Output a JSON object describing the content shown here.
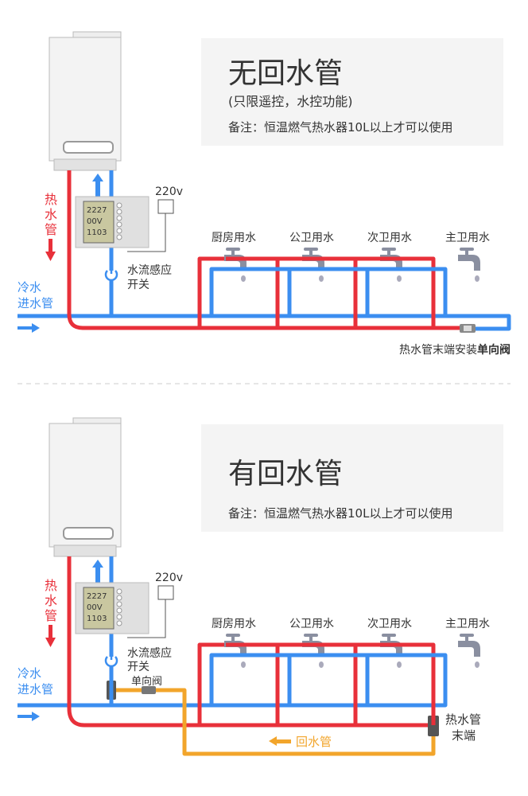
{
  "colors": {
    "hot": "#e8303a",
    "cold": "#3b8ef0",
    "return": "#f2a52b",
    "text": "#333333",
    "box": "#f4f4f4"
  },
  "top": {
    "title": "无回水管",
    "subtitle": "(只限遥控，水控功能)",
    "note": "备注：恒温燃气热水器10L以上才可以使用",
    "voltage": "220v",
    "hot_pipe": [
      "热",
      "水",
      "管"
    ],
    "cold_pipe": [
      "冷水",
      "进水管"
    ],
    "sensor": [
      "水流感应",
      "开关"
    ],
    "taps": [
      "厨房用水",
      "公卫用水",
      "次卫用水",
      "主卫用水"
    ],
    "valve_note": "热水管末端安装",
    "valve_note_bold": "单向阀",
    "display": [
      "2227",
      "00V",
      "1103"
    ]
  },
  "bottom": {
    "title": "有回水管",
    "note": "备注：恒温燃气热水器10L以上才可以使用",
    "voltage": "220v",
    "hot_pipe": [
      "热",
      "水",
      "管"
    ],
    "cold_pipe": [
      "冷水",
      "进水管"
    ],
    "sensor": [
      "水流感应",
      "开关"
    ],
    "taps": [
      "厨房用水",
      "公卫用水",
      "次卫用水",
      "主卫用水"
    ],
    "check_valve": "单向阀",
    "return_pipe": "回水管",
    "hot_end": [
      "热水管",
      "末端"
    ],
    "display": [
      "2227",
      "00V",
      "1103"
    ]
  }
}
